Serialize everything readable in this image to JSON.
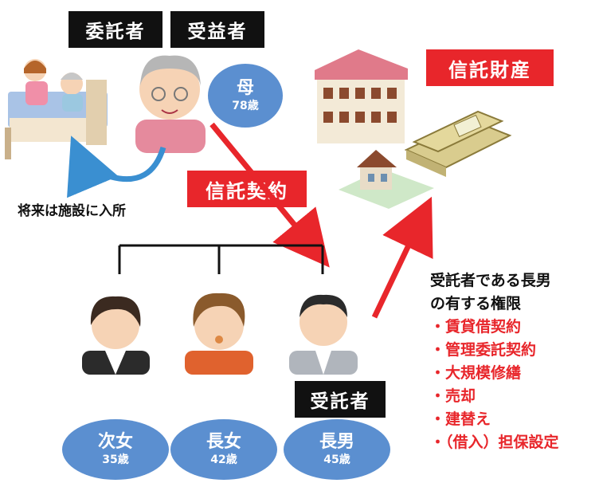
{
  "labels": {
    "settlor": "委託者",
    "beneficiary": "受益者",
    "trust_property": "信託財産",
    "trust_contract": "信託契約",
    "trustee": "受託者",
    "future_note": "将来は施設に入所"
  },
  "mother": {
    "name": "母",
    "age": "78歳"
  },
  "children": [
    {
      "name": "次女",
      "age": "35歳"
    },
    {
      "name": "長女",
      "age": "42歳"
    },
    {
      "name": "長男",
      "age": "45歳"
    }
  ],
  "authority": {
    "heading_line1": "受託者である長男",
    "heading_line2": "の有する権限",
    "items": [
      "・賃貸借契約",
      "・管理委託契約",
      "・大規模修繕",
      "・売却",
      "・建替え",
      "・（借入）担保設定"
    ]
  },
  "colors": {
    "red": "#e8262b",
    "blue": "#5b8fd0",
    "black": "#111111"
  }
}
